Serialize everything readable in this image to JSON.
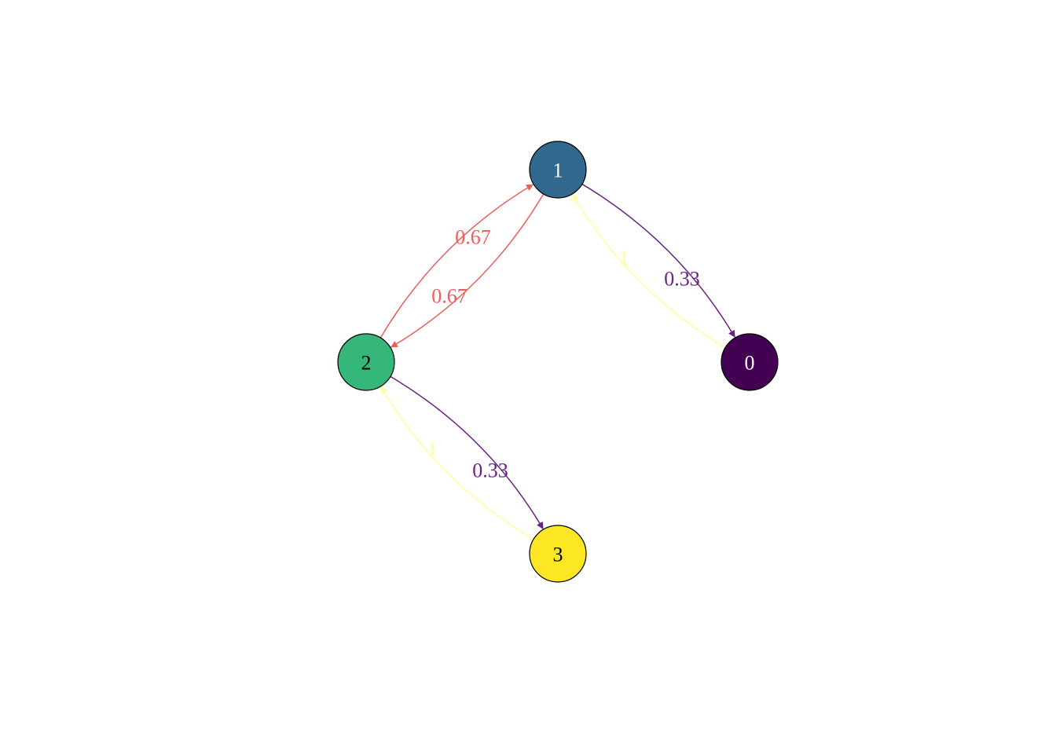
{
  "graph": {
    "nodes": [
      {
        "id": "0",
        "label": "0",
        "fill": "#440154",
        "text_color": "#ffffff"
      },
      {
        "id": "1",
        "label": "1",
        "fill": "#31688E",
        "text_color": "#ffffff"
      },
      {
        "id": "2",
        "label": "2",
        "fill": "#35B779",
        "text_color": "#000000"
      },
      {
        "id": "3",
        "label": "3",
        "fill": "#FDE725",
        "text_color": "#000000"
      }
    ],
    "edges": [
      {
        "from": "1",
        "to": "0",
        "label": "0.33",
        "color": "#6A2383"
      },
      {
        "from": "0",
        "to": "1",
        "label": "1",
        "color": "#FFFF99"
      },
      {
        "from": "1",
        "to": "2",
        "label": "0.67",
        "color": "#EF5E5E"
      },
      {
        "from": "2",
        "to": "1",
        "label": "0.67",
        "color": "#EF5E5E"
      },
      {
        "from": "2",
        "to": "3",
        "label": "0.33",
        "color": "#6A2383"
      },
      {
        "from": "3",
        "to": "2",
        "label": "1",
        "color": "#FFFF99"
      }
    ]
  }
}
